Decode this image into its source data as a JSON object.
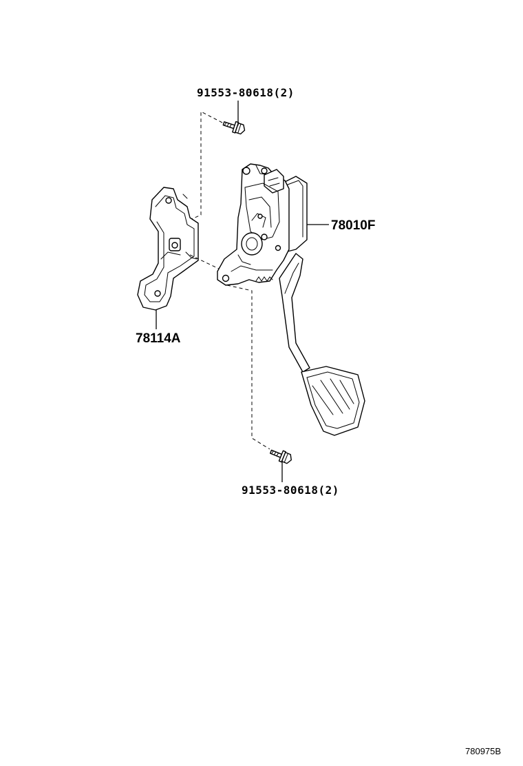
{
  "callouts": {
    "bolt_top": "91553-80618(2)",
    "bolt_bottom": "91553-80618(2)",
    "pedal_assembly": "78010F",
    "bracket": "78114A"
  },
  "drawing_number": "780975B"
}
